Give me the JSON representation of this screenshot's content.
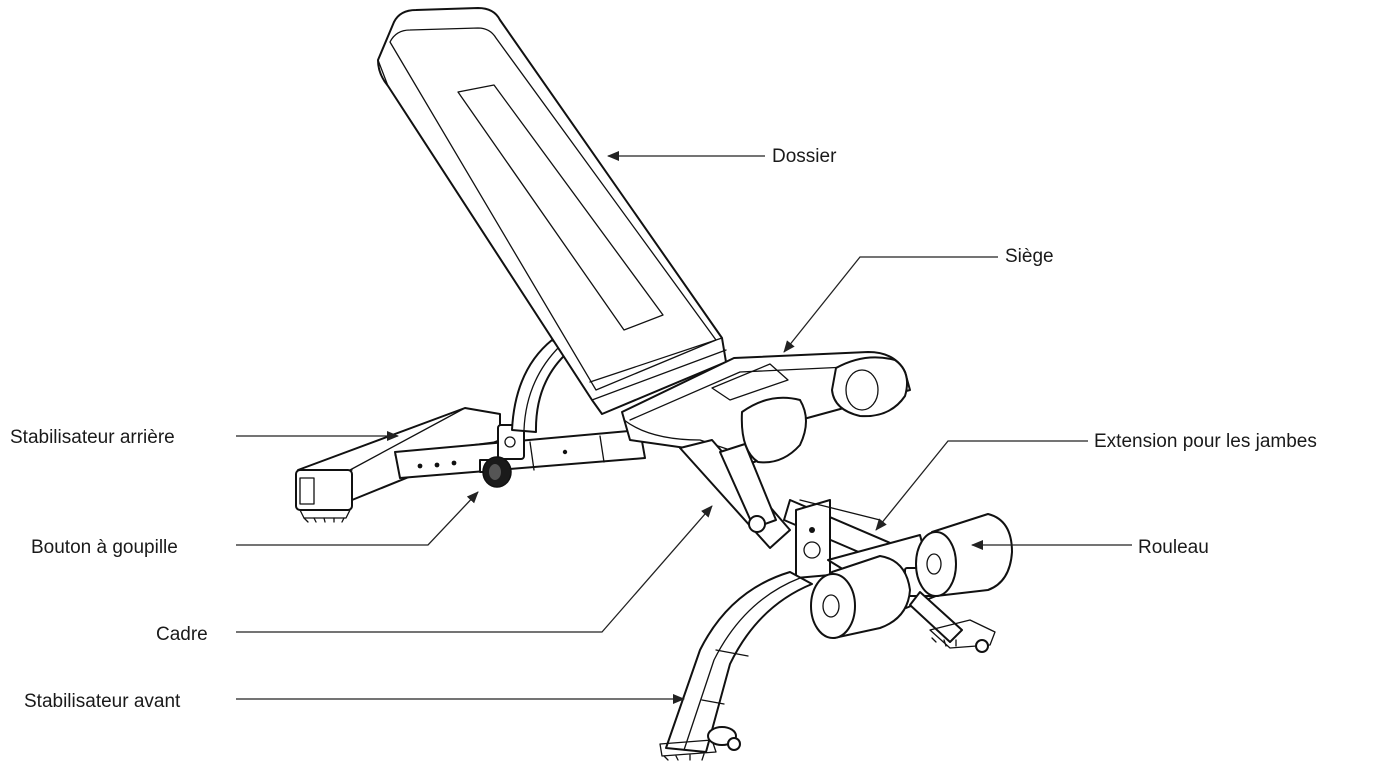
{
  "labels": {
    "dossier": "Dossier",
    "siege": "Siège",
    "stabilisateur_arriere": "Stabilisateur arrière",
    "extension_jambes": "Extension pour les jambes",
    "bouton_goupille": "Bouton à goupille",
    "rouleau": "Rouleau",
    "cadre": "Cadre",
    "stabilisateur_avant": "Stabilisateur avant"
  },
  "colors": {
    "line": "#111111",
    "background": "#ffffff"
  }
}
